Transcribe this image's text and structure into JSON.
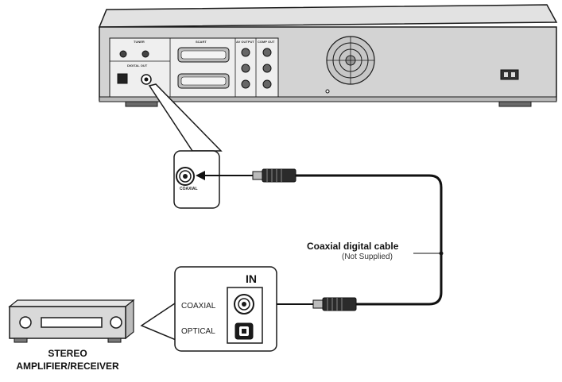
{
  "diagram": {
    "rear_panel": {
      "tuner": "TUNER",
      "scart": "SCART",
      "av_output": "AV OUTPUT",
      "comp_out": "COMP OUT",
      "digital_out": "DIGITAL OUT"
    },
    "zoom_jack_label": "COAXIAL",
    "cable": {
      "title": "Coaxial digital cable",
      "subtitle": "(Not Supplied)"
    },
    "amp_panel": {
      "in_label": "IN",
      "coaxial_label": "COAXIAL",
      "optical_label": "OPTICAL"
    },
    "amplifier": {
      "line1": "STEREO",
      "line2": "AMPLIFIER/RECEIVER"
    },
    "colors": {
      "device_body": "#d6d6d6",
      "outline": "#1a1a1a",
      "cable": "#111111"
    }
  }
}
